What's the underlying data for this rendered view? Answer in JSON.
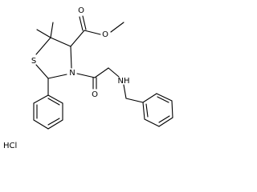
{
  "molecule": {
    "atom_labels": {
      "ester_carbonyl_oxygen": "O",
      "ester_oxygen": "O",
      "ring_sulfur": "S",
      "ring_nitrogen": "N",
      "amide_oxygen": "O",
      "amine_nh": "NH"
    },
    "salt_label": "HCl"
  },
  "colors": {
    "bond": "#000000",
    "label": "#000000",
    "background": "#ffffff"
  }
}
